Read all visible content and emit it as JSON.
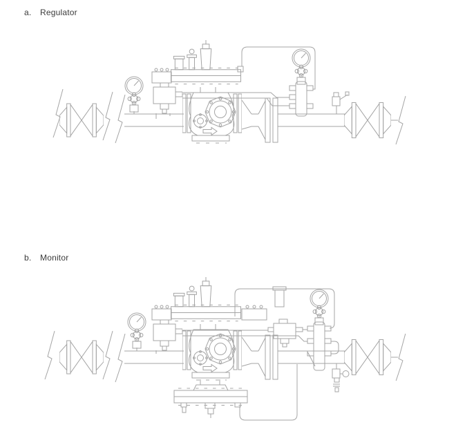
{
  "page": {
    "background_color": "#ffffff",
    "line_color": "#a4a4a4",
    "text_color": "#3a3a3a"
  },
  "figures": {
    "a": {
      "index_label": "a.",
      "title": "Regulator"
    },
    "b": {
      "index_label": "b.",
      "title": "Monitor"
    }
  }
}
